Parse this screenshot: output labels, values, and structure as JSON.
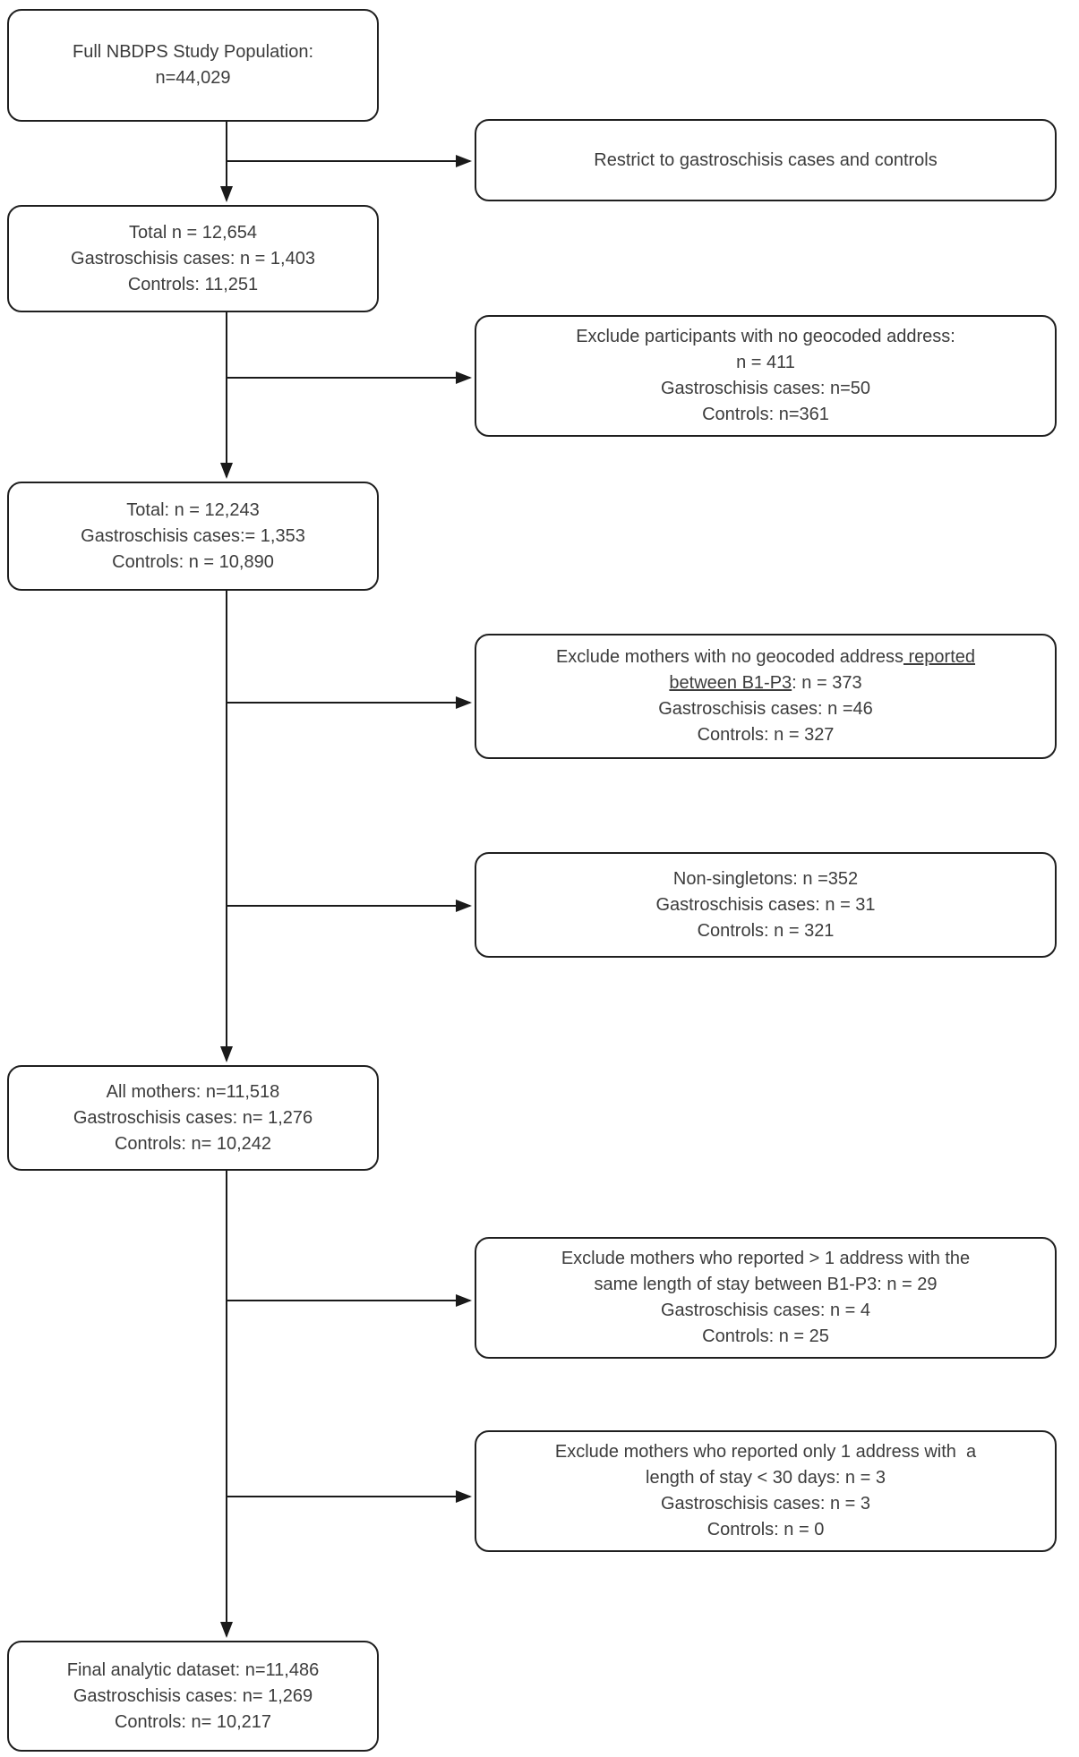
{
  "title": "NBDPS gastroschisis study participant flow diagram",
  "colors": {
    "border": "#1f1f1f",
    "text": "#3c3c3c",
    "background": "#ffffff",
    "connector": "#1a1a1a"
  },
  "main_boxes": {
    "full_population": {
      "lines": [
        "Full NBDPS Study Population:",
        "n=44,029"
      ]
    },
    "total_restricted": {
      "lines": [
        "Total n = 12,654",
        "Gastroschisis cases: n = 1,403",
        "Controls: 11,251"
      ]
    },
    "total_geocoded": {
      "lines": [
        "Total: n = 12,243",
        "Gastroschisis cases:= 1,353",
        "Controls: n = 10,890"
      ]
    },
    "all_mothers": {
      "lines": [
        "All mothers: n=11,518",
        "Gastroschisis cases: n= 1,276",
        "Controls: n= 10,242"
      ]
    },
    "final_dataset": {
      "lines": [
        "Final analytic dataset: n=11,486",
        "Gastroschisis cases: n= 1,269",
        "Controls: n= 10,217"
      ]
    }
  },
  "side_boxes": {
    "restrict_note": {
      "lines": [
        "Restrict to gastroschisis cases and controls"
      ]
    },
    "exclude_no_geocode": {
      "lines": [
        "Exclude participants with no geocoded address:",
        "n = 411",
        "Gastroschisis cases: n=50",
        "Controls: n=361"
      ]
    },
    "exclude_b1p3": {
      "line1_normal": "Exclude mothers with no geocoded address",
      "line1_underline": " reported",
      "line2_underline": "between B1-P3",
      "line2_normal": ": n = 373",
      "line3": "Gastroschisis cases: n =46",
      "line4": "Controls: n = 327"
    },
    "non_singletons": {
      "lines": [
        "Non-singletons: n =352",
        "Gastroschisis cases: n = 31",
        "Controls: n = 321"
      ]
    },
    "exclude_multi_address": {
      "lines": [
        "Exclude mothers who reported > 1 address with the",
        "same length of stay between B1-P3: n = 29",
        "Gastroschisis cases: n = 4",
        "Controls: n = 25"
      ]
    },
    "exclude_short_stay": {
      "lines": [
        "Exclude mothers who reported only 1 address with  a",
        "length of stay < 30 days: n = 3",
        "Gastroschisis cases: n = 3",
        "Controls: n = 0"
      ]
    }
  }
}
